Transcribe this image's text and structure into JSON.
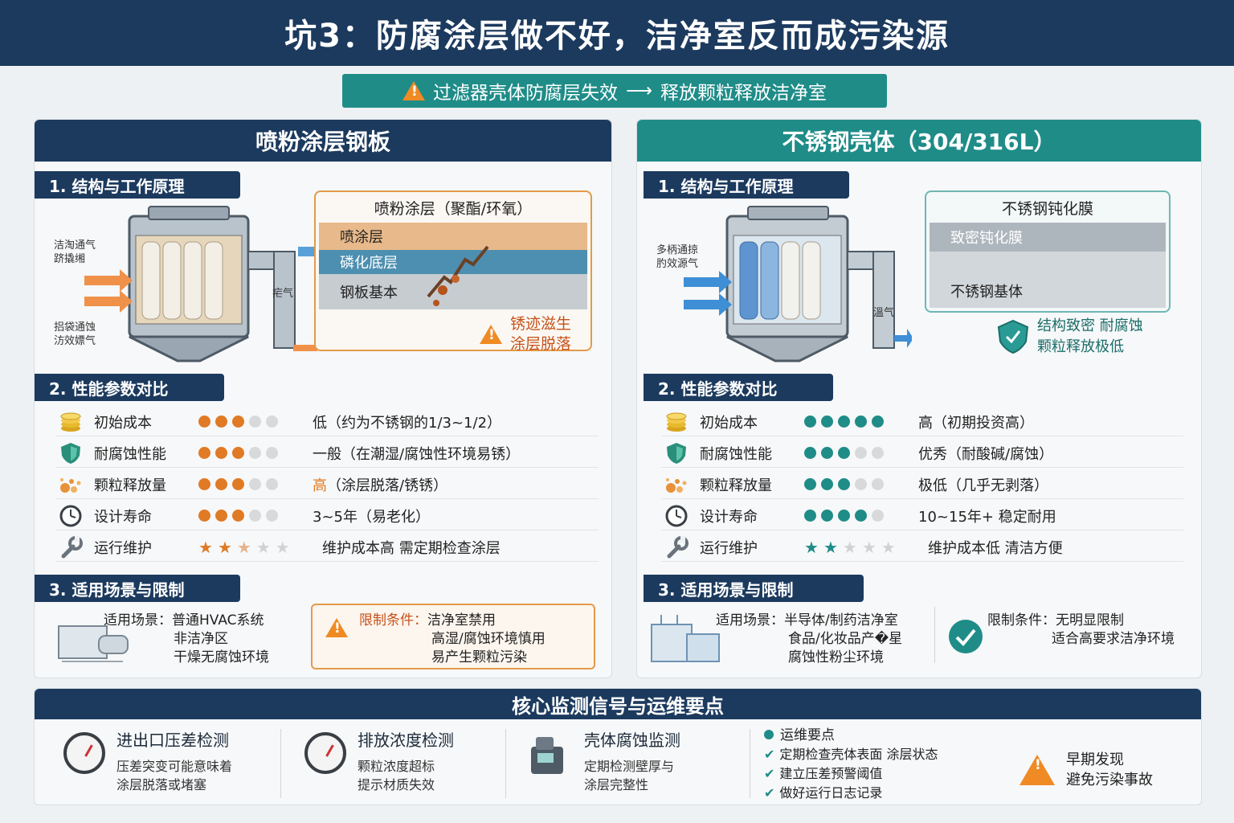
{
  "title": "坑3：防腐涂层做不好，洁净室反而成污染源",
  "banner": {
    "text_a": "过滤器壳体防腐层失效",
    "arrow": "⟶",
    "text_b": "释放颗粒释放洁净室"
  },
  "colors": {
    "navy": "#1c3a5e",
    "teal": "#1f8c88",
    "orange": "#e07a24"
  },
  "section_titles": {
    "s1": "1. 结构与工作原理",
    "s2": "2. 性能参数对比",
    "s3": "3. 适用场景与限制"
  },
  "left": {
    "header": "喷粉涂层钢板",
    "illus_notes": [
      "洁淘通气",
      "跻撬缃",
      "捛袋通蚀",
      "汸效嫖气",
      "疟气"
    ],
    "layers": {
      "title": "喷粉涂层（聚酯/环氧）",
      "l1": "喷涂层",
      "l2": "磷化底层",
      "l3": "钢板基本"
    },
    "alert": {
      "line1": "锈迹滋生",
      "line2": "涂层脱落"
    },
    "params": [
      {
        "icon": "coins-icon",
        "label": "初始成本",
        "kind": "dots",
        "score": 3,
        "value": "低（约为不锈钢的1/3~1/2）"
      },
      {
        "icon": "shield-icon",
        "label": "耐腐蚀性能",
        "kind": "dots",
        "score": 3,
        "value": "一般（在潮湿/腐蚀性环境易锈）"
      },
      {
        "icon": "particles-icon",
        "label": "颗粒释放量",
        "kind": "dots",
        "score": 3,
        "value_hl": "高",
        "value": "（涂层脱落/锈锈）"
      },
      {
        "icon": "clock-icon",
        "label": "设计寿命",
        "kind": "dots",
        "score": 3,
        "value": "3~5年（易老化）"
      },
      {
        "icon": "wrench-icon",
        "label": "运行维护",
        "kind": "stars",
        "score": 2.5,
        "value": "维护成本高  需定期检查涂层"
      }
    ],
    "scene": {
      "label": "适用场景：",
      "l1": "普通HVAC系统",
      "l2": "非洁净区",
      "l3": "干燥无腐蚀环境"
    },
    "limit": {
      "label": "限制条件：",
      "l1": "洁净室禁用",
      "l2": "高湿/腐蚀环境慎用",
      "l3": "易产生颗粒污染"
    }
  },
  "right": {
    "header": "不锈钢壳体（304/316L）",
    "illus_notes": [
      "多柄通掠",
      "肑效源气",
      "溫气"
    ],
    "layers": {
      "title": "不锈钢钝化膜",
      "l1": "致密钝化膜",
      "l2": "不锈钢基体"
    },
    "badge": {
      "line1": "结构致密  耐腐蚀",
      "line2": "颗粒释放极低"
    },
    "params": [
      {
        "icon": "coins-icon",
        "label": "初始成本",
        "kind": "dots",
        "score": 5,
        "value": "高（初期投资高）"
      },
      {
        "icon": "shield-icon",
        "label": "耐腐蚀性能",
        "kind": "dots",
        "score": 3,
        "value": "优秀（耐酸碱/腐蚀）"
      },
      {
        "icon": "particles-icon",
        "label": "颗粒释放量",
        "kind": "dots",
        "score": 3,
        "value": "极低（几乎无剥落）"
      },
      {
        "icon": "clock-icon",
        "label": "设计寿命",
        "kind": "dots",
        "score": 4,
        "value": "10~15年+ 稳定耐用"
      },
      {
        "icon": "wrench-icon",
        "label": "运行维护",
        "kind": "stars",
        "score": 2,
        "value": "维护成本低  清洁方便"
      }
    ],
    "scene": {
      "label": "适用场景：",
      "l1": "半导体/制药洁净室",
      "l2": "食品/化妆品产�星",
      "l3": "腐蚀性粉尘环境"
    },
    "limit": {
      "label": "限制条件：",
      "l1": "无明显限制",
      "l2": "适合高要求洁净环境"
    }
  },
  "bottom": {
    "header": "核心监测信号与运维要点",
    "m1": {
      "title": "进出口压差检测",
      "d1": "压差突变可能意味着",
      "d2": "涂层脱落或堵塞"
    },
    "m2": {
      "title": "排放浓度检测",
      "d1": "颗粒浓度超标",
      "d2": "提示材质失效"
    },
    "m3": {
      "title": "壳体腐蚀监测",
      "d1": "定期检测壁厚与",
      "d2": "涂层完整性"
    },
    "ops": {
      "title": "运维要点",
      "o1": "定期检查壳体表面  涂层状态",
      "o2": "建立压差预警阈值",
      "o3": "做好运行日志记录"
    },
    "alert": {
      "line1": "早期发现",
      "line2": "避免污染事故"
    }
  }
}
